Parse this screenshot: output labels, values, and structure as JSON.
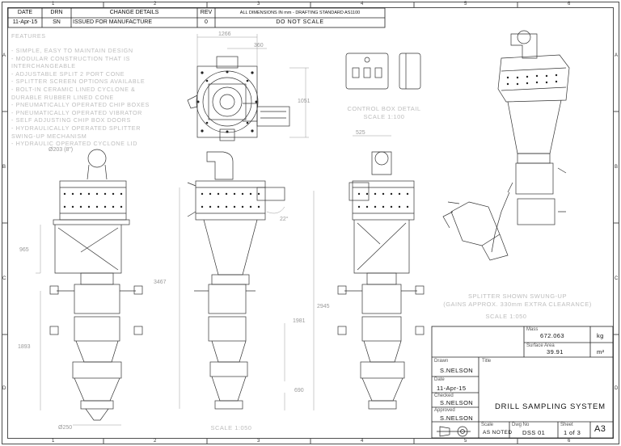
{
  "revision_table": {
    "headers": {
      "date": "DATE",
      "drn": "DRN",
      "change_details": "CHANGE DETAILS",
      "rev": "REV"
    },
    "row": {
      "date": "11-Apr-15",
      "drn": "SN",
      "change_details": "ISSUED FOR MANUFACTURE",
      "rev": "0"
    }
  },
  "notes": {
    "dimensions": "ALL DIMENSIONS IN mm - DRAFTING STANDARD AS1100",
    "scale": "DO NOT SCALE"
  },
  "zones": {
    "columns": [
      "1",
      "2",
      "3",
      "4",
      "5",
      "6"
    ],
    "rows": [
      "A",
      "B",
      "C",
      "D"
    ]
  },
  "features": {
    "title": "FEATURES",
    "items": [
      "- SIMPLE, EASY TO MAINTAIN DESIGN",
      "- MODULAR CONSTRUCTION THAT IS",
      "  INTERCHANGEABLE",
      "- ADJUSTABLE SPLIT 2 PORT CONE",
      "- SPLITTER SCREEN OPTIONS AVAILABLE",
      "- BOLT-IN CERAMIC LINED CYCLONE &",
      "  DURABLE RUBBER LINED CONE",
      "- PNEUMATICALLY OPERATED CHIP BOXES",
      "- PNEUMATICALLY OPERATED VIBRATOR",
      "- SELF ADJUSTING CHIP BOX DOORS",
      "- HYDRAULICALLY OPERATED SPLITTER",
      "  SWING-UP MECHANISM",
      "- HYDRAULIC OPERATED CYCLONE LID"
    ]
  },
  "labels": {
    "control_box": "CONTROL BOX DETAIL",
    "control_box_scale": "SCALE 1:100",
    "splitter_note_1": "SPLITTER SHOWN SWUNG-UP",
    "splitter_note_2": "(GAINS APPROX. 330mm EXTRA CLEARANCE)",
    "iso_scale": "SCALE 1:050",
    "main_scale": "SCALE 1:050"
  },
  "dimensions": {
    "top_width": "1266",
    "top_offset": "360",
    "top_height": "1051",
    "cyclone_dia": "Ø203 (8\")",
    "side_offset": "525",
    "angle": "22°",
    "left_965": "965",
    "left_3467": "3467",
    "left_1893": "1893",
    "right_1981": "1981",
    "right_2945": "2945",
    "right_690": "690",
    "bottom_dia": "Ø250"
  },
  "title_block": {
    "mass_label": "Mass",
    "mass_value": "672.063",
    "mass_unit": "kg",
    "area_label": "Surface Area",
    "area_value": "39.91",
    "area_unit": "m²",
    "drawn_label": "Drawn",
    "drawn_value": "S.NELSON",
    "date_label": "Date",
    "date_value": "11-Apr-15",
    "checked_label": "Checked",
    "checked_value": "S.NELSON",
    "approved_label": "Approved",
    "approved_value": "S.NELSON",
    "title_label": "Title",
    "title_value": "DRILL SAMPLING SYSTEM",
    "scale_label": "Scale",
    "scale_value": "AS NOTED",
    "dwg_label": "Dwg No",
    "dwg_value": "DSS 01",
    "sheet_label": "Sheet",
    "sheet_value": "1 of 3",
    "size_value": "A3"
  }
}
